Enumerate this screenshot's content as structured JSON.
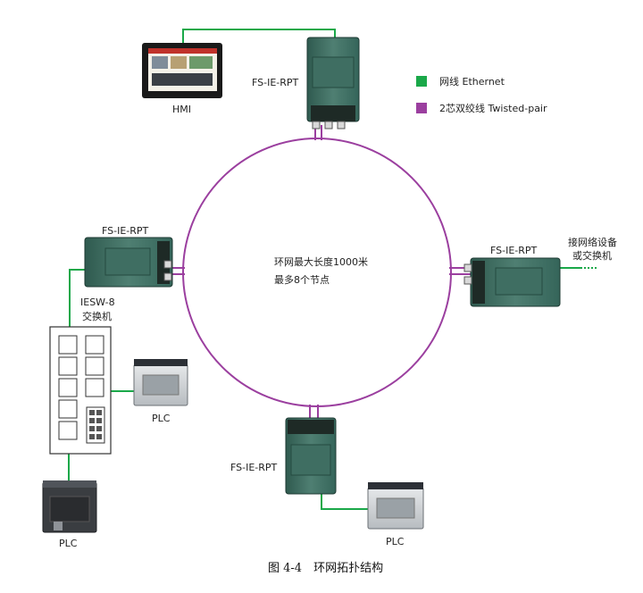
{
  "colors": {
    "ethernet": "#1aa849",
    "twisted_pair": "#9b3f9f"
  },
  "legend": {
    "ethernet_label": "网线 Ethernet",
    "twisted_pair_label": "2芯双绞线 Twisted-pair"
  },
  "labels": {
    "repeater_top": "FS-IE-RPT",
    "repeater_left": "FS-IE-RPT",
    "repeater_right": "FS-IE-RPT",
    "repeater_bottom": "FS-IE-RPT",
    "hmi": "HMI",
    "switch_line1": "IESW-8",
    "switch_line2": "交换机",
    "plc_middle": "PLC",
    "plc_bottom_left": "PLC",
    "plc_bottom_right": "PLC",
    "network_line1": "接网络设备",
    "network_line2": "或交换机"
  },
  "ring_text": {
    "line1": "环网最大长度1000米",
    "line2": "最多8个节点"
  },
  "caption": "图 4-4　环网拓扑结构"
}
